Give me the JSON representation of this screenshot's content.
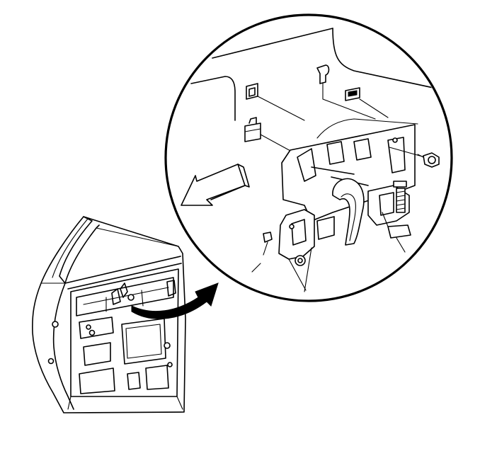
{
  "diagram": {
    "colors": {
      "line": "#000000",
      "background": "#ffffff"
    },
    "parts": [
      "door-panel",
      "detail-callout-circle",
      "callout-arrow",
      "removal-direction-arrow",
      "latch-bracket",
      "retaining-clips",
      "bolt"
    ]
  }
}
